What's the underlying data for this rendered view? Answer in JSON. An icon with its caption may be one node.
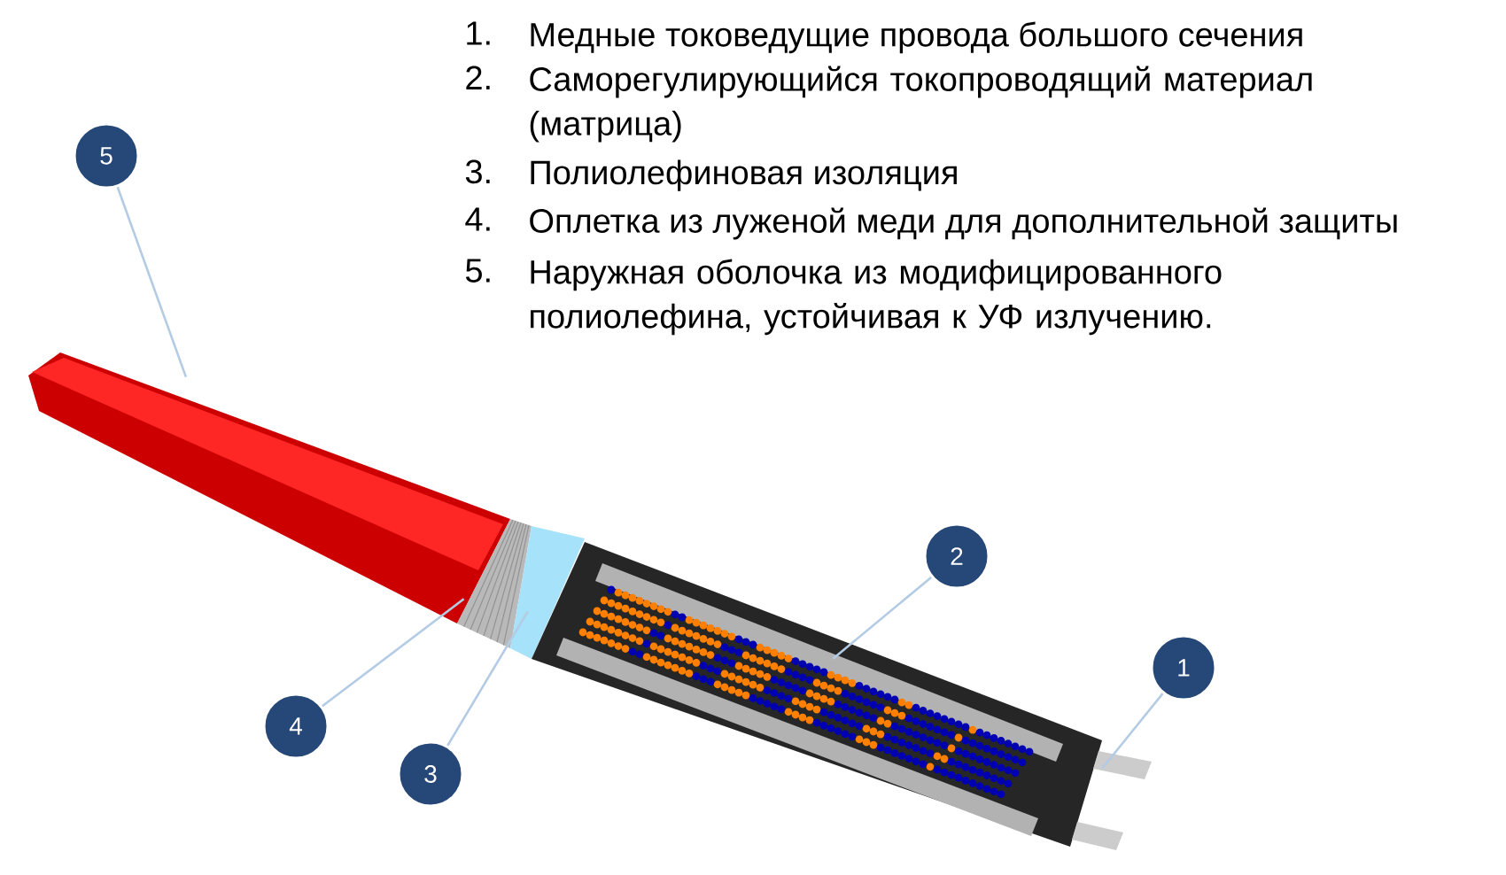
{
  "diagram": {
    "nodes": [
      {
        "text": [
          "5"
        ]
      },
      {
        "text": [
          "2"
        ]
      },
      {
        "text": [
          "1"
        ]
      },
      {
        "text": [
          "4"
        ]
      },
      {
        "text": [
          "3"
        ]
      },
      {
        "text": [],
        "shape": "picture"
      },
      {
        "text": [],
        "shape": "picture"
      },
      {
        "text": [],
        "shape": "picture"
      },
      {
        "text": [],
        "shape": "picture"
      },
      {
        "text": [],
        "shape": "picture"
      }
    ],
    "edges": [
      {
        "from": 0,
        "to": 5,
        "arrow": "none"
      },
      {
        "from": 1,
        "to": 8,
        "arrow": "none"
      },
      {
        "from": 2,
        "to": 9,
        "arrow": "none"
      },
      {
        "from": 3,
        "to": 6,
        "arrow": "none"
      },
      {
        "from": 4,
        "to": 7,
        "arrow": "none"
      }
    ],
    "labels": [
      "1.",
      "Медные токоведущие провода большого сечения",
      "2.",
      "Саморегулирующийся токопроводящий материал (матрица)",
      "3.",
      "Полиолефиновая изоляция",
      "4.",
      "Оплетка из луженой меди для дополнительной защиты",
      "5.",
      "Наружная оболочка из модифицированного полиолефина, устойчивая к УФ излучению."
    ]
  }
}
